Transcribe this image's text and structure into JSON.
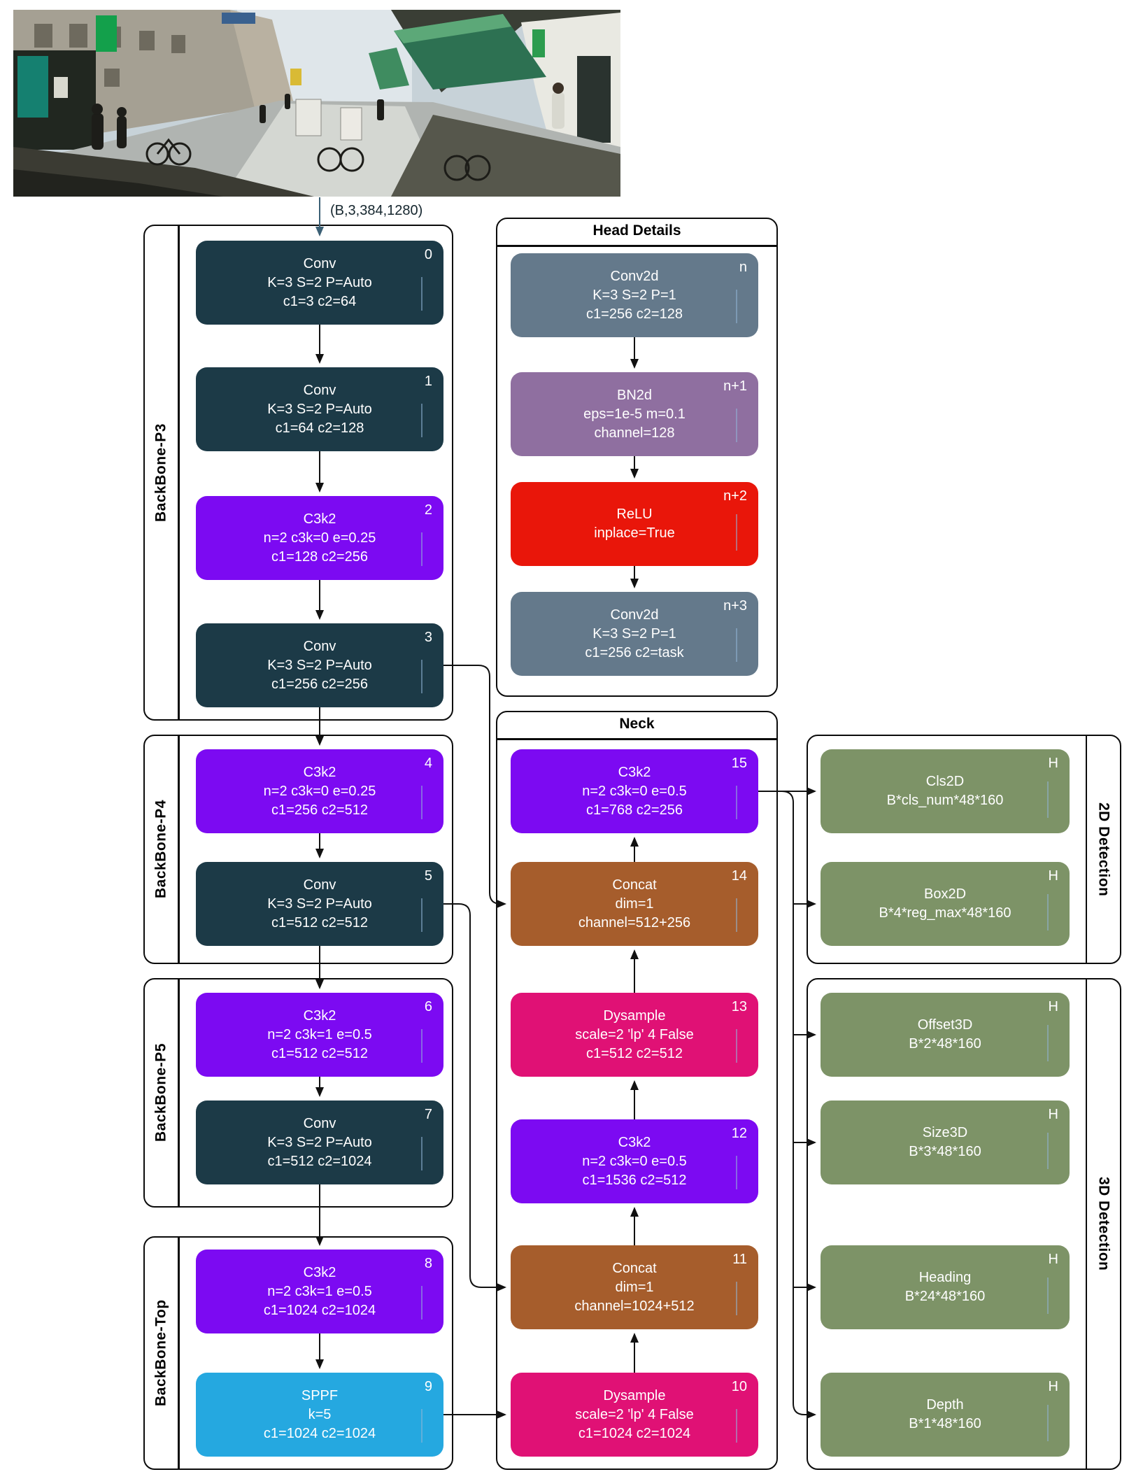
{
  "input": {
    "shape_label": "(B,3,384,1280)"
  },
  "groups": {
    "p3": "BackBone-P3",
    "p4": "BackBone-P4",
    "p5": "BackBone-P5",
    "top": "BackBone-Top",
    "head": "Head Details",
    "neck": "Neck",
    "det2d": "2D Detection",
    "det3d": "3D Detection"
  },
  "blocks": {
    "b0": {
      "title": "Conv",
      "l1": "K=3 S=2 P=Auto",
      "l2": "c1=3 c2=64",
      "tag": "0"
    },
    "b1": {
      "title": "Conv",
      "l1": "K=3 S=2 P=Auto",
      "l2": "c1=64 c2=128",
      "tag": "1"
    },
    "b2": {
      "title": "C3k2",
      "l1": "n=2 c3k=0 e=0.25",
      "l2": "c1=128 c2=256",
      "tag": "2"
    },
    "b3": {
      "title": "Conv",
      "l1": "K=3 S=2 P=Auto",
      "l2": "c1=256 c2=256",
      "tag": "3"
    },
    "b4": {
      "title": "C3k2",
      "l1": "n=2 c3k=0 e=0.25",
      "l2": "c1=256 c2=512",
      "tag": "4"
    },
    "b5": {
      "title": "Conv",
      "l1": "K=3 S=2 P=Auto",
      "l2": "c1=512 c2=512",
      "tag": "5"
    },
    "b6": {
      "title": "C3k2",
      "l1": "n=2 c3k=1 e=0.5",
      "l2": "c1=512 c2=512",
      "tag": "6"
    },
    "b7": {
      "title": "Conv",
      "l1": "K=3 S=2 P=Auto",
      "l2": "c1=512 c2=1024",
      "tag": "7"
    },
    "b8": {
      "title": "C3k2",
      "l1": "n=2 c3k=1 e=0.5",
      "l2": "c1=1024 c2=1024",
      "tag": "8"
    },
    "b9": {
      "title": "SPPF",
      "l1": "k=5",
      "l2": "c1=1024 c2=1024",
      "tag": "9"
    },
    "hn": {
      "title": "Conv2d",
      "l1": "K=3 S=2 P=1",
      "l2": "c1=256 c2=128",
      "tag": "n"
    },
    "hn1": {
      "title": "BN2d",
      "l1": "eps=1e-5 m=0.1",
      "l2": "channel=128",
      "tag": "n+1"
    },
    "hn2": {
      "title": "ReLU",
      "l1": "inplace=True",
      "tag": "n+2"
    },
    "hn3": {
      "title": "Conv2d",
      "l1": "K=3 S=2 P=1",
      "l2": "c1=256 c2=task",
      "tag": "n+3"
    },
    "b15": {
      "title": "C3k2",
      "l1": "n=2 c3k=0 e=0.5",
      "l2": "c1=768 c2=256",
      "tag": "15"
    },
    "b14": {
      "title": "Concat",
      "l1": "dim=1",
      "l2": "channel=512+256",
      "tag": "14"
    },
    "b13": {
      "title": "Dysample",
      "l1": "scale=2 'lp' 4 False",
      "l2": "c1=512 c2=512",
      "tag": "13"
    },
    "b12": {
      "title": "C3k2",
      "l1": "n=2 c3k=0 e=0.5",
      "l2": "c1=1536 c2=512",
      "tag": "12"
    },
    "b11": {
      "title": "Concat",
      "l1": "dim=1",
      "l2": "channel=1024+512",
      "tag": "11"
    },
    "b10": {
      "title": "Dysample",
      "l1": "scale=2 'lp' 4 False",
      "l2": "c1=1024 c2=1024",
      "tag": "10"
    },
    "cls2d": {
      "title": "Cls2D",
      "l1": "B*cls_num*48*160",
      "tag": "H"
    },
    "box2d": {
      "title": "Box2D",
      "l1": "B*4*reg_max*48*160",
      "tag": "H"
    },
    "offset3d": {
      "title": "Offset3D",
      "l1": "B*2*48*160",
      "tag": "H"
    },
    "size3d": {
      "title": "Size3D",
      "l1": "B*3*48*160",
      "tag": "H"
    },
    "heading": {
      "title": "Heading",
      "l1": "B*24*48*160",
      "tag": "H"
    },
    "depth": {
      "title": "Depth",
      "l1": "B*1*48*160",
      "tag": "H"
    }
  },
  "colors": {
    "conv": "#1c3a47",
    "c3k2": "#7c0af2",
    "sppf": "#25a8e0",
    "conv2d": "#64798b",
    "bn2d": "#8f6fa0",
    "relu": "#e9160a",
    "concat": "#a65d2c",
    "dysample": "#e01175",
    "head": "#7d9367",
    "edge": "#111111",
    "edge_input": "#3b6075"
  }
}
